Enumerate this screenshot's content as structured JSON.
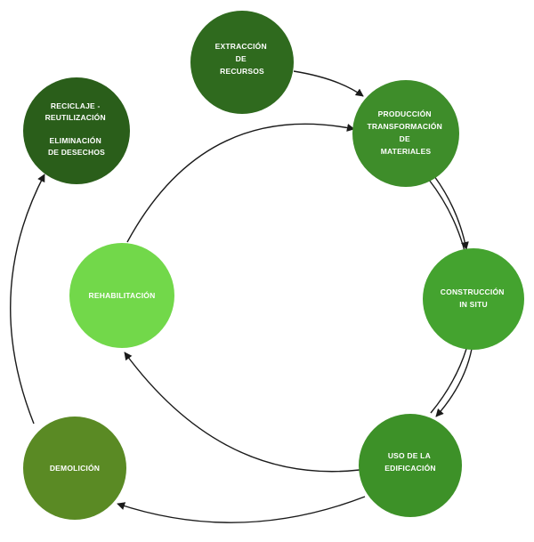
{
  "nodes": [
    {
      "id": "extraccion",
      "lines": [
        "EXTRACCIÓN",
        "DE",
        "RECURSOS"
      ],
      "color": "#2f6a1e"
    },
    {
      "id": "produccion",
      "lines": [
        "PRODUCCIÓN",
        "TRANSFORMACIÓN",
        "DE",
        "MATERIALES"
      ],
      "color": "#3e8d2a"
    },
    {
      "id": "construccion",
      "lines": [
        "CONSTRUCCIÓN",
        "IN SITU"
      ],
      "color": "#44a32f"
    },
    {
      "id": "uso",
      "lines": [
        "USO DE LA",
        "EDIFICACIÓN"
      ],
      "color": "#3d9128"
    },
    {
      "id": "demolicion",
      "lines": [
        "DEMOLICIÓN"
      ],
      "color": "#5a8a24"
    },
    {
      "id": "reciclaje",
      "lines": [
        "RECICLAJE -",
        "REUTILIZACIÓN",
        "",
        "ELIMINACIÓN",
        "DE DESECHOS"
      ],
      "color": "#2a5e1a"
    },
    {
      "id": "rehabilitacion",
      "lines": [
        "REHABILITACIÓN"
      ],
      "color": "#72d84a"
    }
  ],
  "colors": {
    "arrow": "#1a1a1a",
    "text": "#ffffff",
    "background": "#ffffff"
  }
}
